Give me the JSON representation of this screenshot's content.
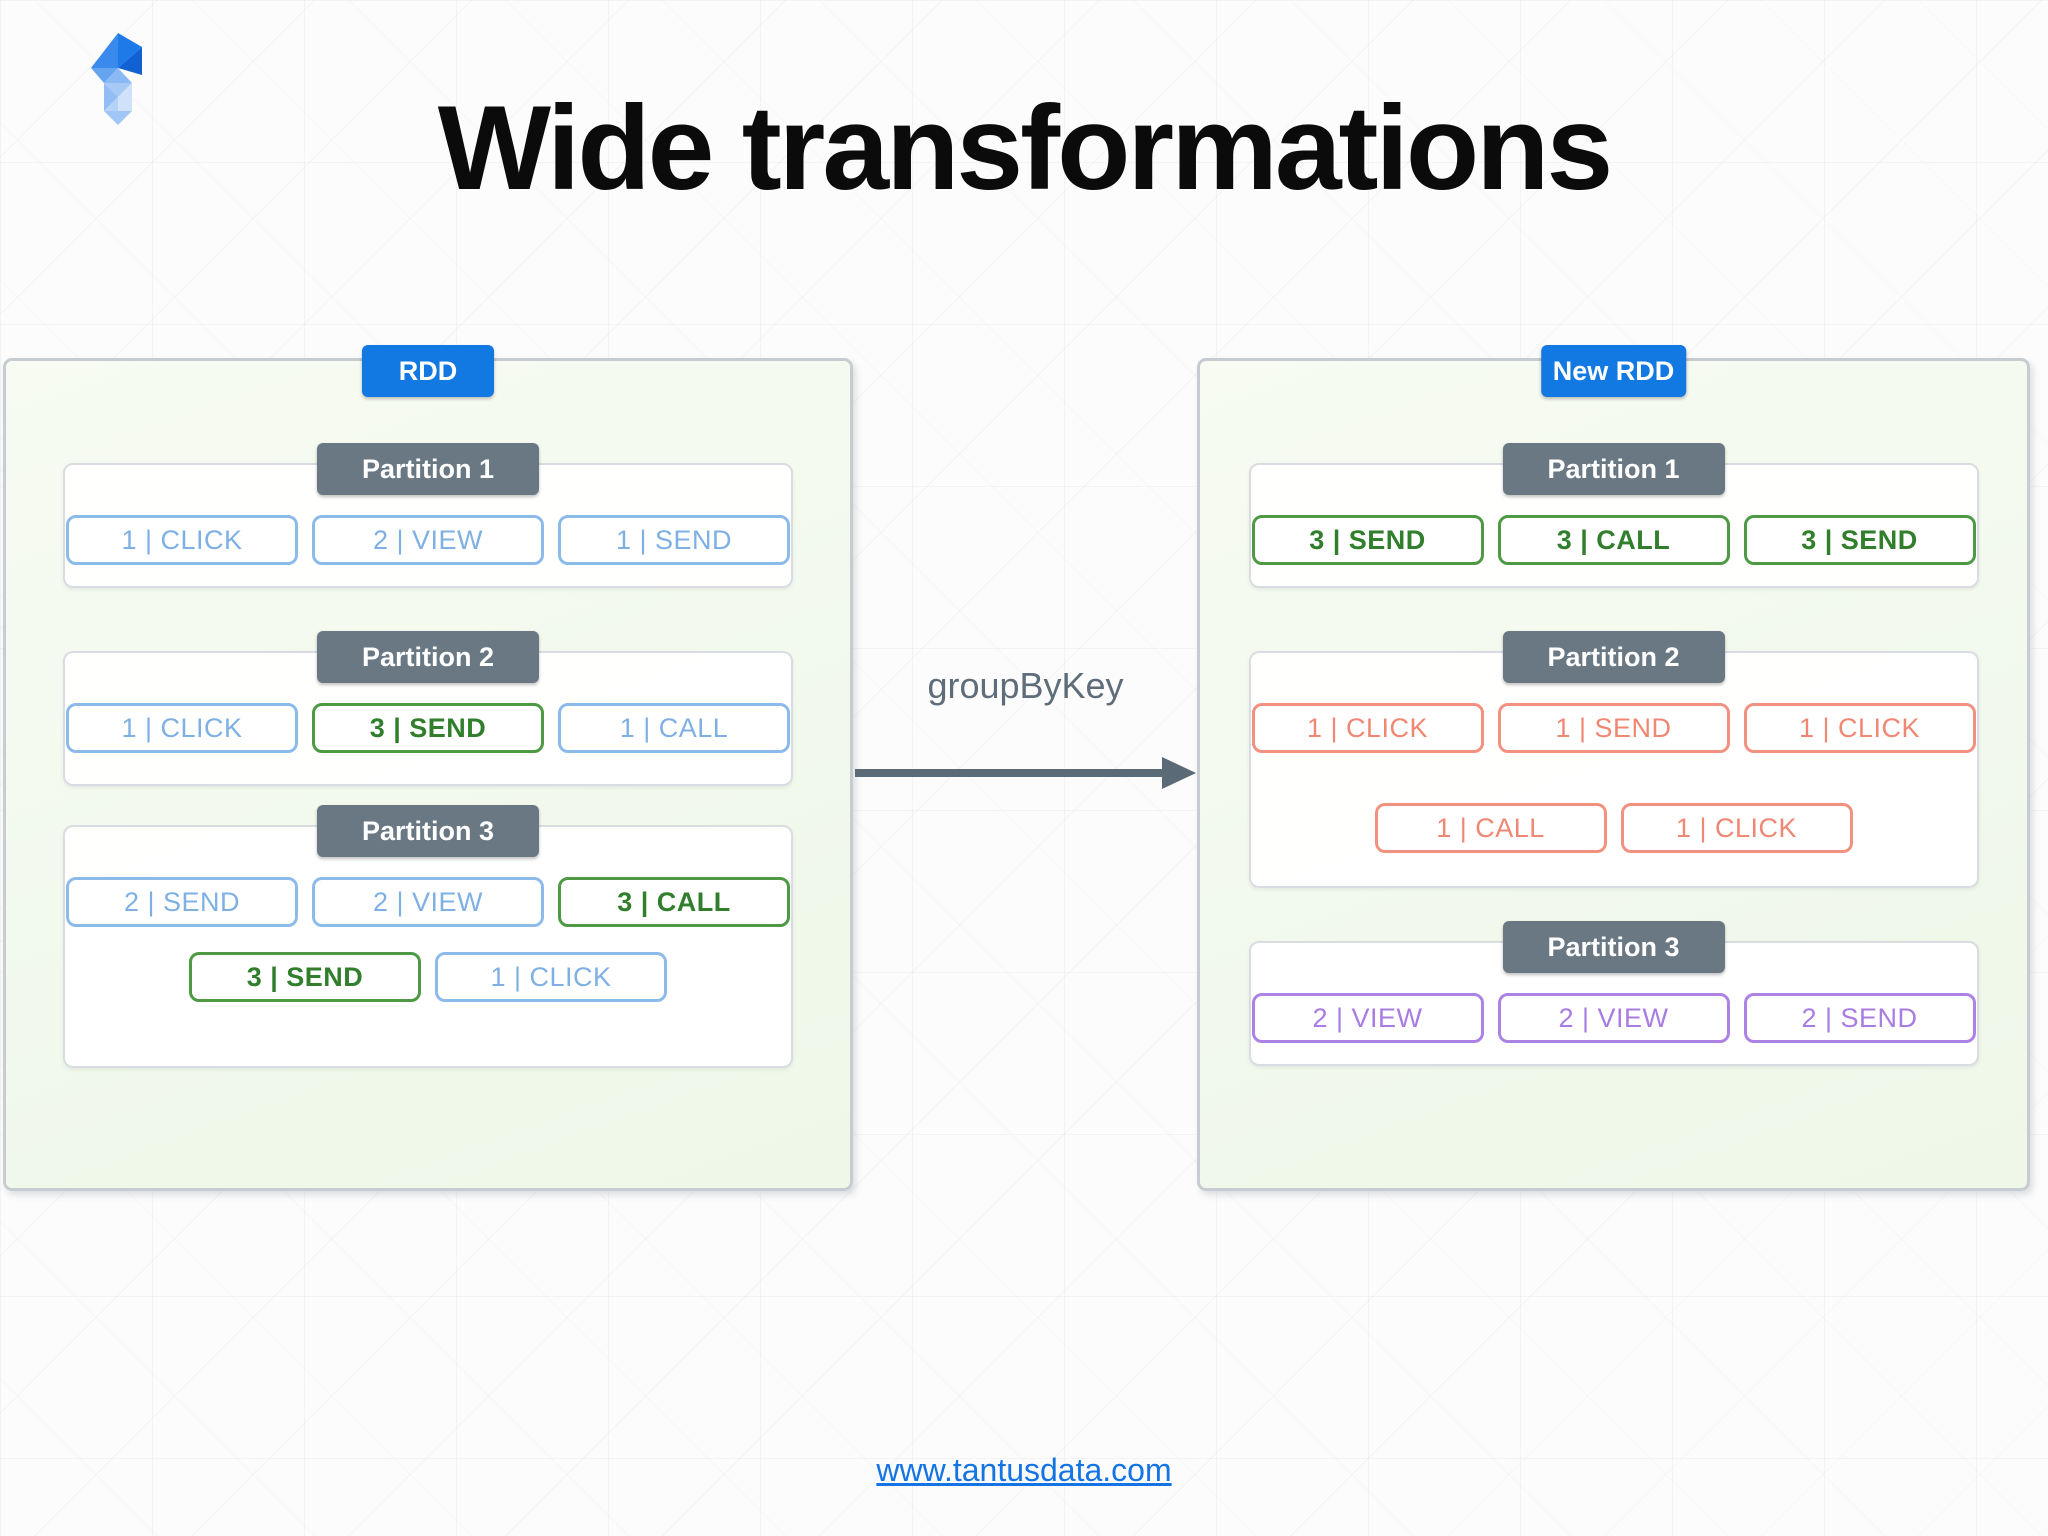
{
  "title": "Wide transformations",
  "footer": {
    "link": "www.tantusdata.com"
  },
  "transform": {
    "label": "groupByKey"
  },
  "colors": {
    "accent_blue": "#1379e2",
    "partition_header_gray": "#6a7883",
    "record_blue": "#7fb0e4",
    "record_green": "#317e2c",
    "record_orange": "#ef8773",
    "record_purple": "#a87ce3",
    "arrow_gray": "#5a6a77",
    "panel_background_green": "#f2f9ec"
  },
  "panels": [
    {
      "badge": "RDD",
      "partitions": [
        {
          "label": "Partition 1",
          "rows": [
            [
              {
                "text": "1 | CLICK",
                "variant": "blue"
              },
              {
                "text": "2 | VIEW",
                "variant": "blue"
              },
              {
                "text": "1 | SEND",
                "variant": "blue"
              }
            ]
          ]
        },
        {
          "label": "Partition 2",
          "rows": [
            [
              {
                "text": "1 | CLICK",
                "variant": "blue"
              },
              {
                "text": "3 | SEND",
                "variant": "green"
              },
              {
                "text": "1 | CALL",
                "variant": "blue"
              }
            ]
          ]
        },
        {
          "label": "Partition 3",
          "rows": [
            [
              {
                "text": "2 | SEND",
                "variant": "blue"
              },
              {
                "text": "2 | VIEW",
                "variant": "blue"
              },
              {
                "text": "3 | CALL",
                "variant": "green"
              }
            ],
            [
              {
                "text": "3 | SEND",
                "variant": "green"
              },
              {
                "text": "1 | CLICK",
                "variant": "blue"
              }
            ]
          ]
        }
      ]
    },
    {
      "badge": "New RDD",
      "partitions": [
        {
          "label": "Partition 1",
          "rows": [
            [
              {
                "text": "3 | SEND",
                "variant": "green"
              },
              {
                "text": "3 | CALL",
                "variant": "green"
              },
              {
                "text": "3 | SEND",
                "variant": "green"
              }
            ]
          ]
        },
        {
          "label": "Partition 2",
          "rows": [
            [
              {
                "text": "1 | CLICK",
                "variant": "orange"
              },
              {
                "text": "1 | SEND",
                "variant": "orange"
              },
              {
                "text": "1 | CLICK",
                "variant": "orange"
              }
            ],
            [
              {
                "text": "1 | CALL",
                "variant": "orange"
              },
              {
                "text": "1 | CLICK",
                "variant": "orange"
              }
            ]
          ]
        },
        {
          "label": "Partition 3",
          "rows": [
            [
              {
                "text": "2 | VIEW",
                "variant": "purple"
              },
              {
                "text": "2 | VIEW",
                "variant": "purple"
              },
              {
                "text": "2 | SEND",
                "variant": "purple"
              }
            ]
          ]
        }
      ]
    }
  ]
}
